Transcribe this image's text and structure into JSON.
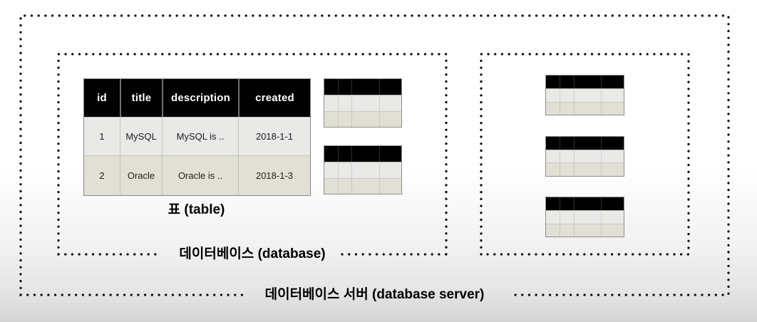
{
  "labels": {
    "table_caption": "표 (table)",
    "database_caption": "데이터베이스 (database)",
    "server_caption": "데이터베이스 서버 (database server)"
  },
  "main_table": {
    "columns": [
      "id",
      "title",
      "description",
      "created"
    ],
    "rows": [
      [
        "1",
        "MySQL",
        "MySQL is ..",
        "2018-1-1"
      ],
      [
        "2",
        "Oracle",
        "Oracle is ..",
        "2018-1-3"
      ]
    ]
  },
  "mini_tables": {
    "left_box_count": 2,
    "right_box_count": 3,
    "columns": 4,
    "rows": 3
  },
  "colors": {
    "table_header_bg": "#000000",
    "table_header_text": "#ffffff",
    "row_light": "#e9e9e8",
    "row_beige": "#e2dfd5",
    "dotted_border": "#0a0a0a"
  }
}
